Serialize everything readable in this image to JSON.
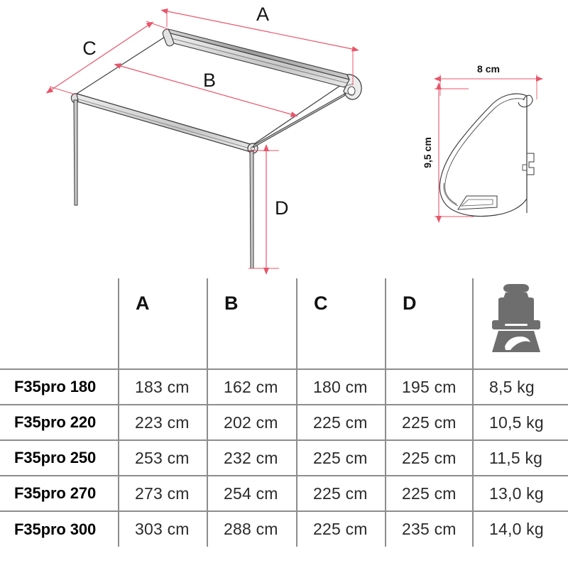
{
  "drawing": {
    "name": "awning-perspective-drawing",
    "dimension_labels": [
      {
        "id": "A",
        "label": "A",
        "meaning": "awning case width"
      },
      {
        "id": "B",
        "label": "B",
        "meaning": "canopy extension width"
      },
      {
        "id": "C",
        "label": "C",
        "meaning": "extension depth"
      },
      {
        "id": "D",
        "label": "D",
        "meaning": "support leg height"
      }
    ],
    "cross_section": {
      "name": "awning-case-cross-section",
      "width_label": "8 cm",
      "height_label": "9,5 cm"
    },
    "colors": {
      "dimension_line": "#e8556a",
      "outline": "#3a3a3a",
      "shading": "#8f8f8f"
    }
  },
  "table": {
    "name": "awning-specification-table",
    "columns": [
      {
        "key": "model",
        "label": ""
      },
      {
        "key": "a",
        "label": "A"
      },
      {
        "key": "b",
        "label": "B"
      },
      {
        "key": "c",
        "label": "C"
      },
      {
        "key": "d",
        "label": "D"
      },
      {
        "key": "weight",
        "label": "",
        "icon": "weight-scale-icon"
      }
    ],
    "rows": [
      {
        "model": "F35pro 180",
        "a": "183 cm",
        "b": "162 cm",
        "c": "180 cm",
        "d": "195 cm",
        "weight": "8,5 kg"
      },
      {
        "model": "F35pro 220",
        "a": "223 cm",
        "b": "202 cm",
        "c": "225 cm",
        "d": "225 cm",
        "weight": "10,5 kg"
      },
      {
        "model": "F35pro 250",
        "a": "253 cm",
        "b": "232 cm",
        "c": "225 cm",
        "d": "225 cm",
        "weight": "11,5 kg"
      },
      {
        "model": "F35pro 270",
        "a": "273 cm",
        "b": "254 cm",
        "c": "225 cm",
        "d": "225 cm",
        "weight": "13,0 kg"
      },
      {
        "model": "F35pro 300",
        "a": "303 cm",
        "b": "288 cm",
        "c": "225 cm",
        "d": "235 cm",
        "weight": "14,0 kg"
      }
    ],
    "colors": {
      "grid_line": "#8d8d8d",
      "icon": "#6e6e6e"
    }
  }
}
